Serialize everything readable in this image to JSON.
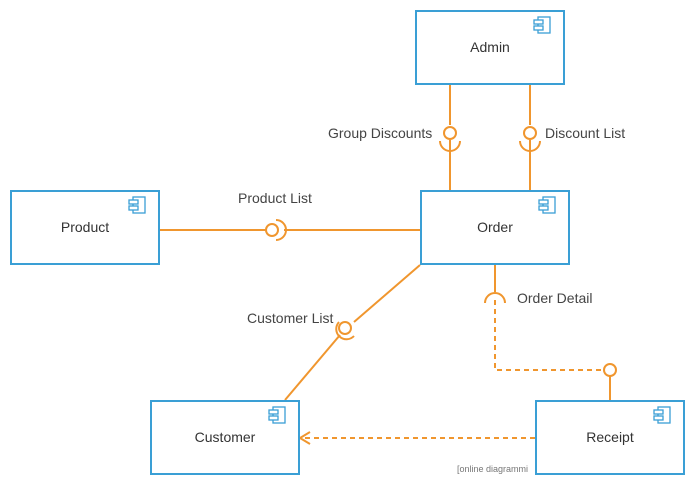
{
  "colors": {
    "component_border": "#3a9fd5",
    "connector": "#f0962e",
    "text": "#333333"
  },
  "components": {
    "admin": "Admin",
    "order": "Order",
    "product": "Product",
    "customer": "Customer",
    "receipt": "Receipt"
  },
  "interfaces": {
    "group_discounts": "Group Discounts",
    "discount_list": "Discount List",
    "product_list": "Product List",
    "customer_list": "Customer List",
    "order_detail": "Order Detail"
  },
  "watermark": "[online diagrammi"
}
